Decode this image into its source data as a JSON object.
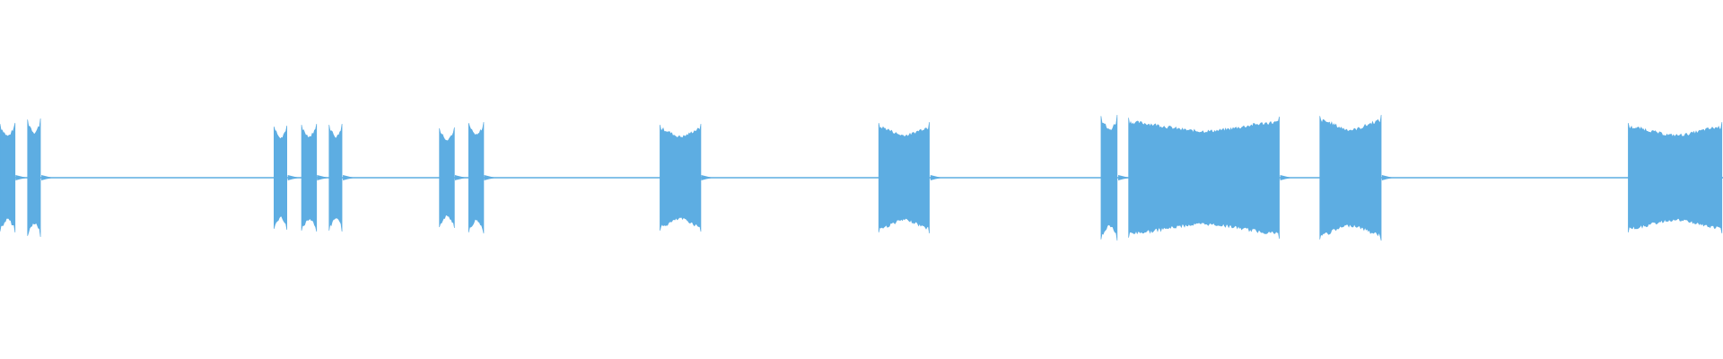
{
  "waveform": {
    "color": "#5dade2",
    "background": "#ffffff",
    "bursts": [
      {
        "start": 0.0,
        "end": 0.009,
        "amplitude": 0.61
      },
      {
        "start": 0.016,
        "end": 0.024,
        "amplitude": 0.66
      },
      {
        "start": 0.159,
        "end": 0.167,
        "amplitude": 0.58
      },
      {
        "start": 0.175,
        "end": 0.184,
        "amplitude": 0.6
      },
      {
        "start": 0.191,
        "end": 0.199,
        "amplitude": 0.6
      },
      {
        "start": 0.255,
        "end": 0.264,
        "amplitude": 0.56
      },
      {
        "start": 0.272,
        "end": 0.281,
        "amplitude": 0.62
      },
      {
        "start": 0.383,
        "end": 0.407,
        "amplitude": 0.6
      },
      {
        "start": 0.51,
        "end": 0.54,
        "amplitude": 0.62
      },
      {
        "start": 0.639,
        "end": 0.649,
        "amplitude": 0.7
      },
      {
        "start": 0.655,
        "end": 0.743,
        "amplitude": 0.68
      },
      {
        "start": 0.766,
        "end": 0.802,
        "amplitude": 0.7
      },
      {
        "start": 0.945,
        "end": 1.0,
        "amplitude": 0.62
      }
    ]
  }
}
